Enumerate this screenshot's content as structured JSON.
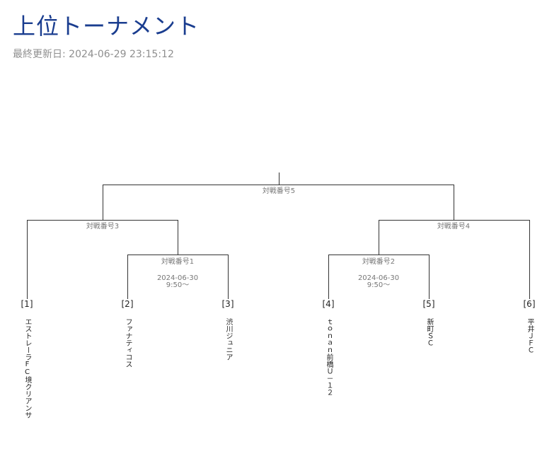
{
  "page": {
    "title": "上位トーナメント",
    "last_updated": "最終更新日: 2024-06-29 23:15:12"
  },
  "bracket": {
    "matches": [
      {
        "label": "対戦番号5",
        "date": "",
        "time": ""
      },
      {
        "label": "対戦番号3",
        "date": "",
        "time": ""
      },
      {
        "label": "対戦番号4",
        "date": "",
        "time": ""
      },
      {
        "label": "対戦番号1",
        "date": "2024-06-30",
        "time": "9:50〜"
      },
      {
        "label": "対戦番号2",
        "date": "2024-06-30",
        "time": "9:50〜"
      }
    ],
    "teams": [
      {
        "seed": "[1]",
        "name": "エストレーラFC境クリアンサ"
      },
      {
        "seed": "[2]",
        "name": "ファナティコス"
      },
      {
        "seed": "[3]",
        "name": "渋川ジュニア"
      },
      {
        "seed": "[4]",
        "name": "ｔｏｎａｎ前橋Ｕ－１２"
      },
      {
        "seed": "[5]",
        "name": "新町ＳＣ"
      },
      {
        "seed": "[6]",
        "name": "平井ＪＦＣ"
      }
    ]
  }
}
